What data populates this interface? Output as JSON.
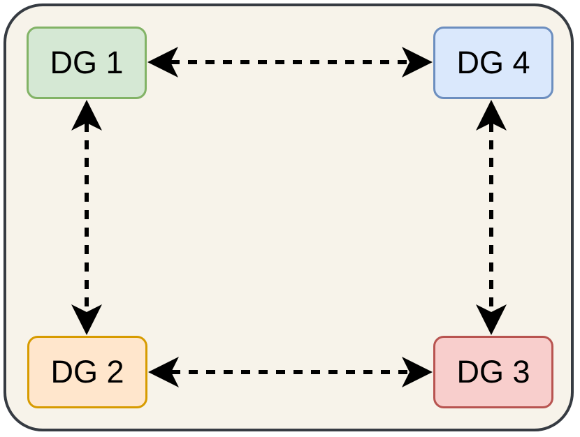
{
  "diagram": {
    "type": "node-link-diagram",
    "description": "Four nodes connected in a ring with bidirectional dashed arrows inside a rounded boundary",
    "background_color": "#f7f3ea",
    "boundary": {
      "stroke_color": "#363b42",
      "shape": "rounded-rectangle"
    },
    "nodes": [
      {
        "id": "dg1",
        "label": "DG 1",
        "fill": "#d5e8d4",
        "stroke": "#82b366",
        "position": "top-left"
      },
      {
        "id": "dg2",
        "label": "DG 2",
        "fill": "#ffe6cc",
        "stroke": "#d79b00",
        "position": "bottom-left"
      },
      {
        "id": "dg3",
        "label": "DG 3",
        "fill": "#f8cecc",
        "stroke": "#b85450",
        "position": "bottom-right"
      },
      {
        "id": "dg4",
        "label": "DG 4",
        "fill": "#dae8fc",
        "stroke": "#6c8ebf",
        "position": "top-right"
      }
    ],
    "edges": [
      {
        "from": "DG 1",
        "to": "DG 4",
        "style": "dashed",
        "arrows": "both",
        "color": "#000000"
      },
      {
        "from": "DG 1",
        "to": "DG 2",
        "style": "dashed",
        "arrows": "both",
        "color": "#000000"
      },
      {
        "from": "DG 2",
        "to": "DG 3",
        "style": "dashed",
        "arrows": "both",
        "color": "#000000"
      },
      {
        "from": "DG 4",
        "to": "DG 3",
        "style": "dashed",
        "arrows": "both",
        "color": "#000000"
      }
    ]
  }
}
